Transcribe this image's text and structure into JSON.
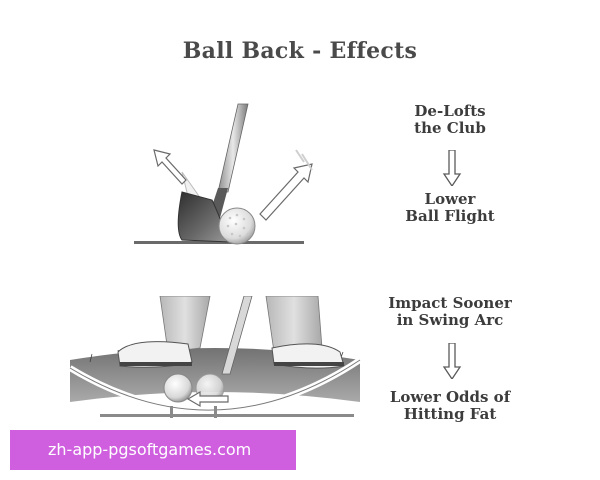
{
  "title": "Ball Back - Effects",
  "effects": [
    {
      "cause": [
        "De-Lofts",
        "the Club"
      ],
      "result": [
        "Lower",
        "Ball Flight"
      ]
    },
    {
      "cause": [
        "Impact Sooner",
        "in Swing Arc"
      ],
      "result": [
        "Lower Odds of",
        "Hitting Fat"
      ]
    }
  ],
  "watermark": "zh-app-pgsoftgames.com",
  "colors": {
    "background": "#ffffff",
    "text": "#3c3c3c",
    "title": "#4a4a4a",
    "watermark_bg": "#d05fe0",
    "watermark_text": "#ffffff"
  }
}
